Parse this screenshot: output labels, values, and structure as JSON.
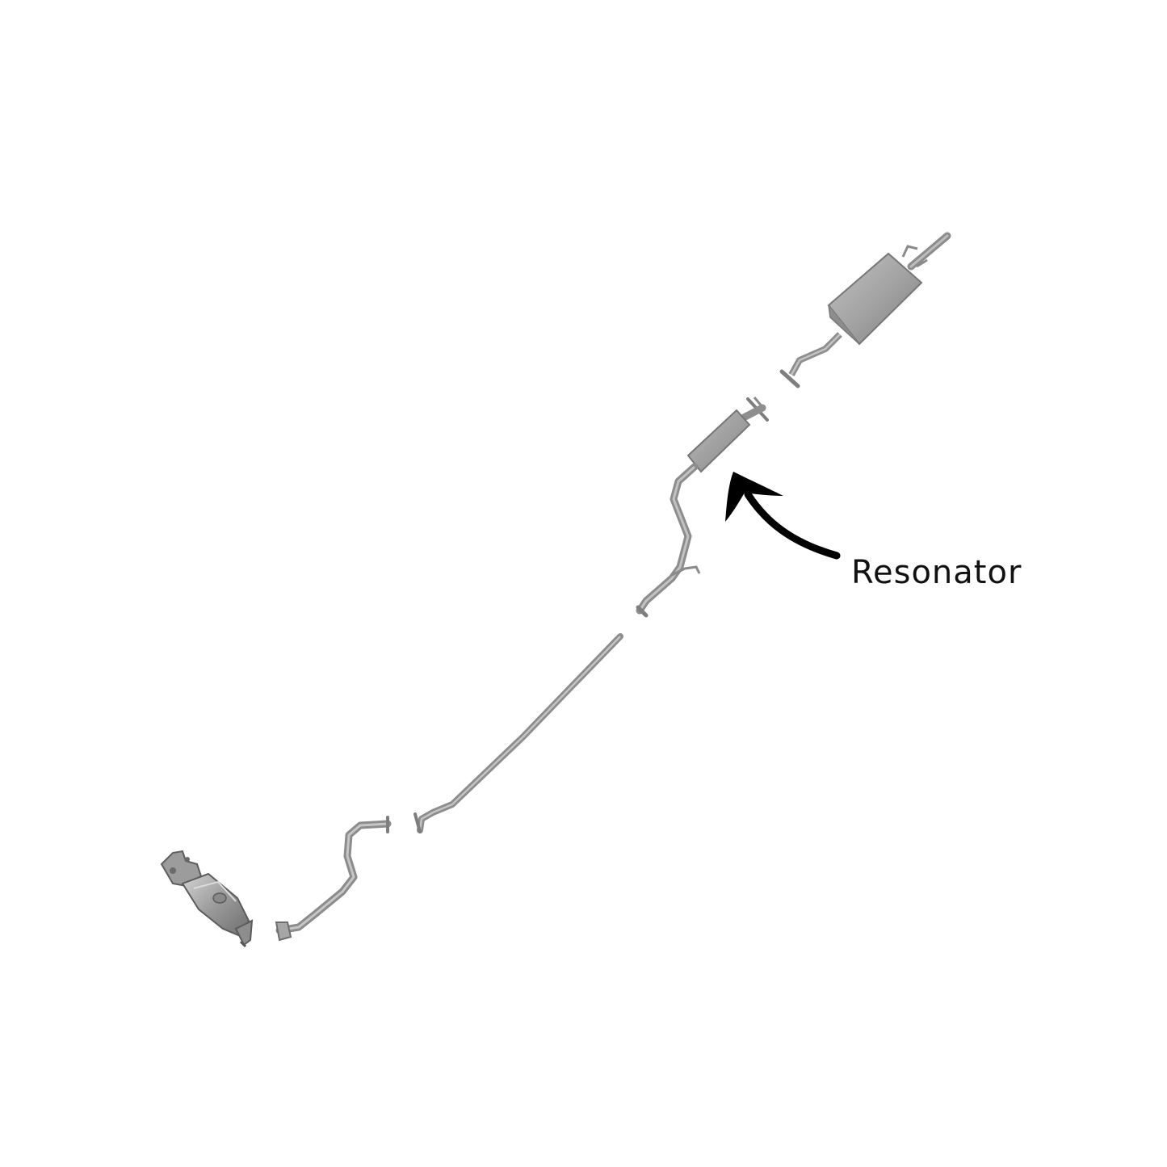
{
  "annotation": {
    "label": "Resonator",
    "text_color": "#111111",
    "arrow_color": "#000000"
  },
  "colors": {
    "background": "#ffffff",
    "pipe_dark": "#7c7c7c",
    "pipe_mid": "#9e9e9e",
    "pipe_light": "#c4c4c4",
    "muffler_dark": "#7a7a7a",
    "muffler_light": "#b9b9b9"
  },
  "parts": [
    {
      "id": "catalytic-converter",
      "icon": "catalytic-converter-icon"
    },
    {
      "id": "front-pipe",
      "icon": "front-pipe-icon"
    },
    {
      "id": "intermediate-pipe",
      "icon": "intermediate-pipe-icon"
    },
    {
      "id": "resonator-pipe",
      "icon": "resonator-icon"
    },
    {
      "id": "tail-pipe",
      "icon": "tail-pipe-icon"
    },
    {
      "id": "rear-muffler",
      "icon": "muffler-icon"
    }
  ]
}
